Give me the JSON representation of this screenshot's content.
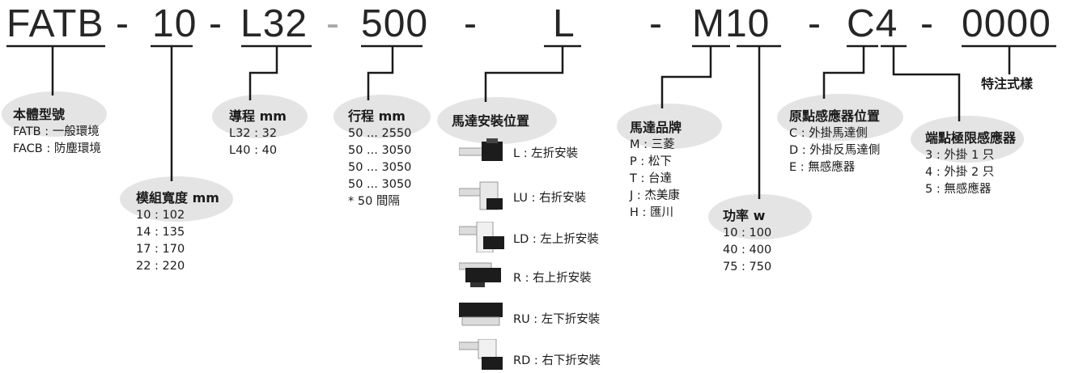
{
  "code": {
    "series": "FATB",
    "width": "10",
    "lead": "L32",
    "stroke": "500",
    "mount": "L",
    "brand_power": "M10",
    "sensor": "C4",
    "special": "0000",
    "dash": "-"
  },
  "model": {
    "title": "本體型號",
    "items": [
      "FATB : 一般環境",
      "FACB : 防塵環境"
    ]
  },
  "width": {
    "title": "模組寬度 mm",
    "items": [
      "10 : 102",
      "14 : 135",
      "17 : 170",
      "22 : 220"
    ]
  },
  "lead": {
    "title": "導程 mm",
    "items": [
      "L32 : 32",
      "L40 : 40"
    ]
  },
  "stroke": {
    "title": "行程 mm",
    "items": [
      "50 ... 2550",
      "50 ... 3050",
      "50 ... 3050",
      "50 ... 3050",
      "* 50 間隔"
    ]
  },
  "mount": {
    "title": "馬達安裝位置",
    "items": [
      "L : 左折安裝",
      "LU : 右折安裝",
      "LD : 左上折安裝",
      "R : 右上折安裝",
      "RU : 左下折安裝",
      "RD : 右下折安裝"
    ]
  },
  "brand": {
    "title": "馬達品牌",
    "items": [
      "M : 三菱",
      "P : 松下",
      "T : 台達",
      "J : 杰美康",
      "H : 匯川"
    ]
  },
  "power": {
    "title": "功率 w",
    "items": [
      "10 : 100",
      "40 : 400",
      "75 : 750"
    ]
  },
  "origin": {
    "title": "原點感應器位置",
    "items": [
      "C : 外掛馬達側",
      "D : 外掛反馬達側",
      "E : 無感應器"
    ]
  },
  "limit": {
    "title": "端點極限感應器",
    "items": [
      "3 : 外掛 1 只",
      "4 : 外掛 2 只",
      "5 : 無感應器"
    ]
  },
  "special": {
    "title": "特注式樣"
  },
  "colors": {
    "bubble": "#e4e4e4",
    "line": "#1a1a1a",
    "motor_dark": "#1c1c1c",
    "motor_light": "#dcdcdc"
  }
}
